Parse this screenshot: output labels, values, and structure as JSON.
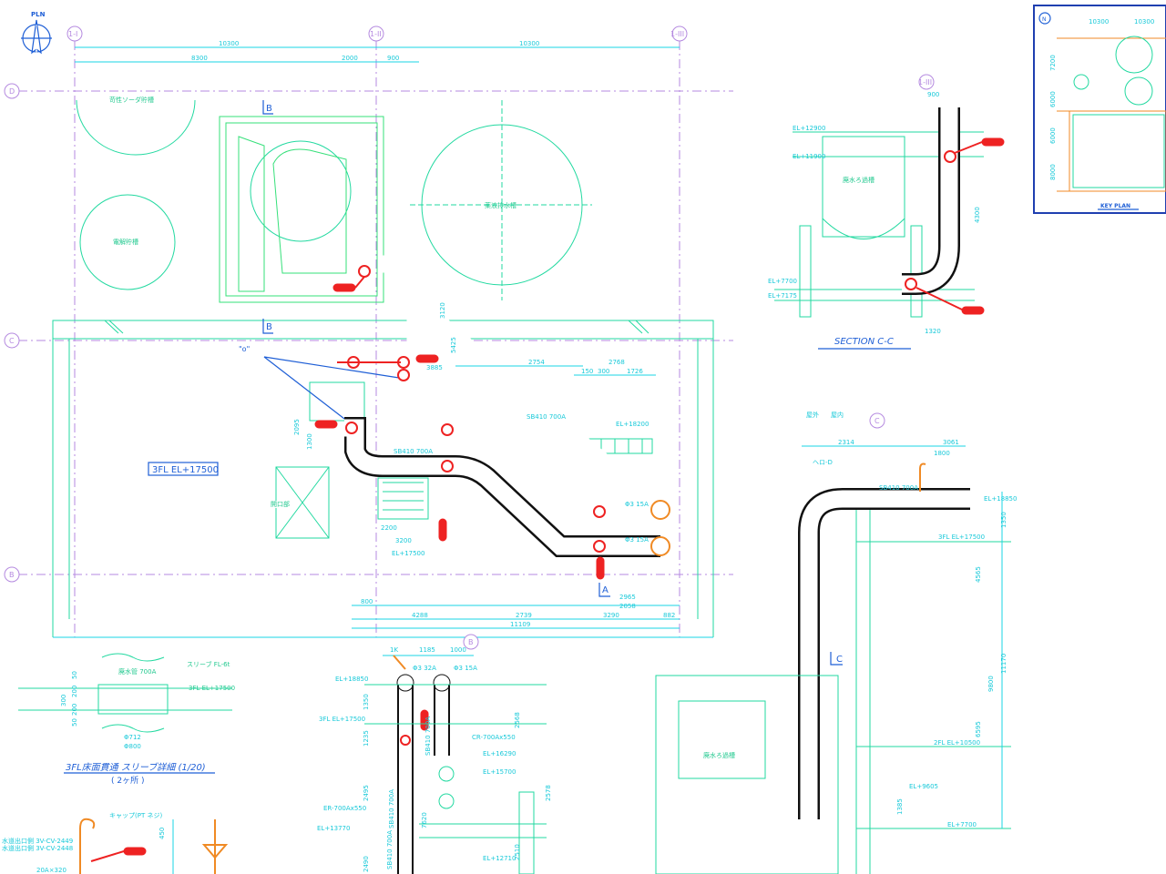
{
  "plan": {
    "north_label": "PLN",
    "grid_bubbles": [
      "1-I",
      "1-II",
      "1-III",
      "D",
      "C",
      "B"
    ],
    "dims_top": [
      "10300",
      "10300",
      "8300",
      "2000",
      "900"
    ],
    "tanks": [
      "苛性ソーダ貯槽",
      "電解貯槽",
      "薬液排水槽"
    ],
    "floor_label": "3FL EL+17500",
    "section_marks": [
      "B",
      "B",
      "A",
      "A"
    ],
    "pipe_labels": [
      "SB410 700A",
      "SB410 700A",
      "Φ3 15A",
      "Φ3 15A"
    ],
    "elevation": "EL+18200",
    "note_o": "\"o\"",
    "dims_bottom": [
      "800",
      "4288",
      "2739",
      "3290",
      "882",
      "11109",
      "2200",
      "3200",
      "2058",
      "2965"
    ],
    "dims_mid": [
      "2754",
      "2768",
      "1726",
      "150",
      "300",
      "3885",
      "2095",
      "1300",
      "3120",
      "5425"
    ],
    "opening_label": "開口部",
    "el_low": "EL+17500"
  },
  "section_cc": {
    "bubble": "1-III",
    "dim_top": "900",
    "el_labels": [
      "EL+12900",
      "EL+11900",
      "EL+7700",
      "EL+7175"
    ],
    "tank_label": "廃水ろ過槽",
    "dim_side": "4300",
    "dim_bottom": "1320",
    "title": "SECTION C-C"
  },
  "key_plan": {
    "title": "KEY PLAN",
    "dims": [
      "10300",
      "10300",
      "7200",
      "6000",
      "6000",
      "8000"
    ],
    "bubble_label": "N"
  },
  "section_right": {
    "bubble": "C",
    "labels_top": [
      "屋外",
      "屋内"
    ],
    "dims": [
      "2314",
      "3061",
      "1800",
      "1350",
      "4565",
      "9800",
      "11170",
      "6595",
      "1385"
    ],
    "pipe_label": "SB410 700A",
    "el_labels": [
      "EL+18850",
      "3FL EL+17500",
      "2FL EL+10500",
      "EL+9605",
      "EL+7700"
    ],
    "section_mark": "C",
    "tank_label": "廃水ろ過槽",
    "note": "ヘロ-D"
  },
  "sleeve_detail": {
    "title": "3FL床面貫通 スリーブ詳細 (1/20)",
    "subtitle": "( 2ヶ所 )",
    "labels": [
      "廃水管 700A",
      "スリーブ FL-6t",
      "3FL EL+17500",
      "Φ712",
      "Φ800"
    ],
    "dims": [
      "50",
      "200",
      "200",
      "300",
      "50"
    ]
  },
  "section_b": {
    "bubble": "B",
    "dims_top": [
      "1K",
      "1185",
      "1000"
    ],
    "pipe_labels": [
      "Φ3 32A",
      "Φ3 15A",
      "SB410 700A",
      "SB410 700A",
      "CR-700Ax550"
    ],
    "el_labels": [
      "EL+18850",
      "3FL EL+17500",
      "EL+16290",
      "EL+15700",
      "EL+13770",
      "EL+12710"
    ],
    "dims_side": [
      "1350",
      "2568",
      "2578",
      "2495",
      "1235",
      "7620",
      "2510",
      "2490"
    ],
    "reducer_label": "ER-700Ax550",
    "note": "SB410 700A"
  },
  "detail_bl": {
    "label_cap": "キャップ(PT ネジ)",
    "labels": [
      "水道出口側 3V-CV-2449",
      "水道出口側 3V-CV-2448",
      "20A×320"
    ],
    "dim": "450"
  }
}
